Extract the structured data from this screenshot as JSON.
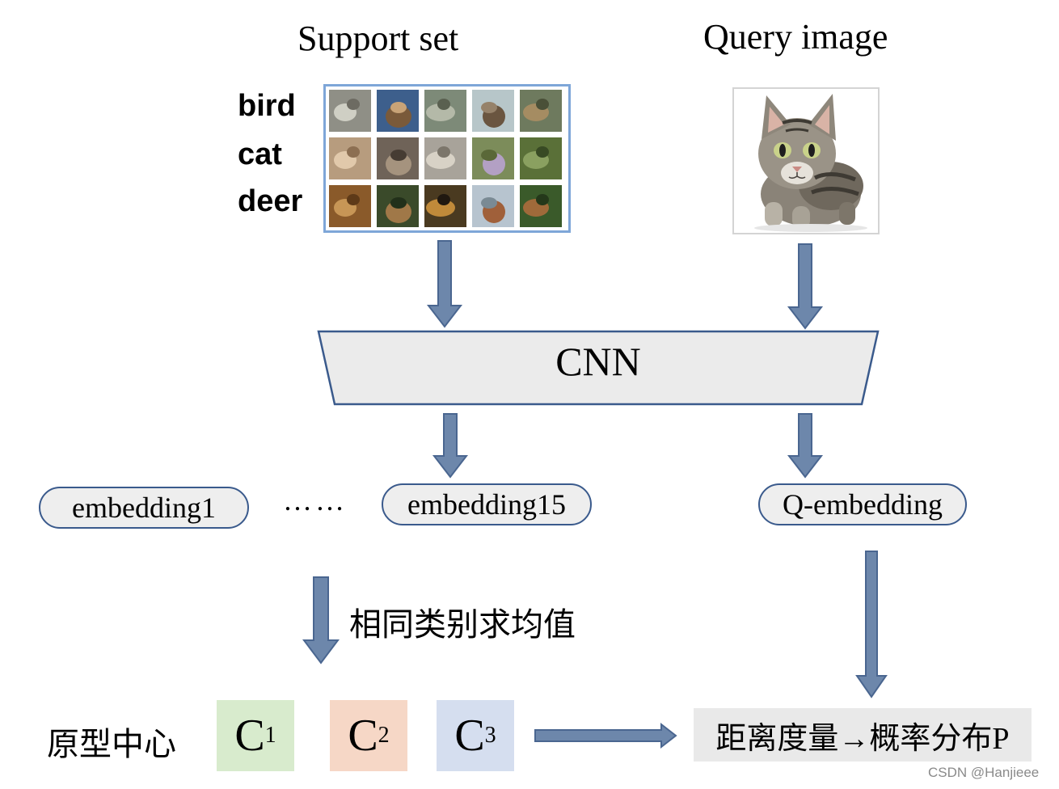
{
  "diagram": {
    "support_title": "Support set",
    "query_title": "Query image",
    "class_labels": [
      "bird",
      "cat",
      "deer"
    ],
    "cnn_label": "CNN",
    "embeddings": {
      "first": "embedding1",
      "ellipsis": "……",
      "last": "embedding15",
      "query": "Q-embedding"
    },
    "mean_step_label": "相同类别求均值",
    "prototype_label": "原型中心",
    "prototypes": [
      {
        "letter": "C",
        "index": "1"
      },
      {
        "letter": "C",
        "index": "2"
      },
      {
        "letter": "C",
        "index": "3"
      }
    ],
    "result_label": "距离度量→概率分布P"
  },
  "colors": {
    "arrow": "#6d87ab",
    "arrow_stroke": "#4a6690",
    "cnn_fill": "#ebebeb",
    "pill_border": "#3a5a8c",
    "proto1": "#d8ebcd",
    "proto2": "#f6d7c6",
    "proto3": "#d5deef",
    "result_fill": "#e9e9e9",
    "grid_border": "#7ea6d8"
  },
  "watermark": "CSDN @Hanjieee"
}
